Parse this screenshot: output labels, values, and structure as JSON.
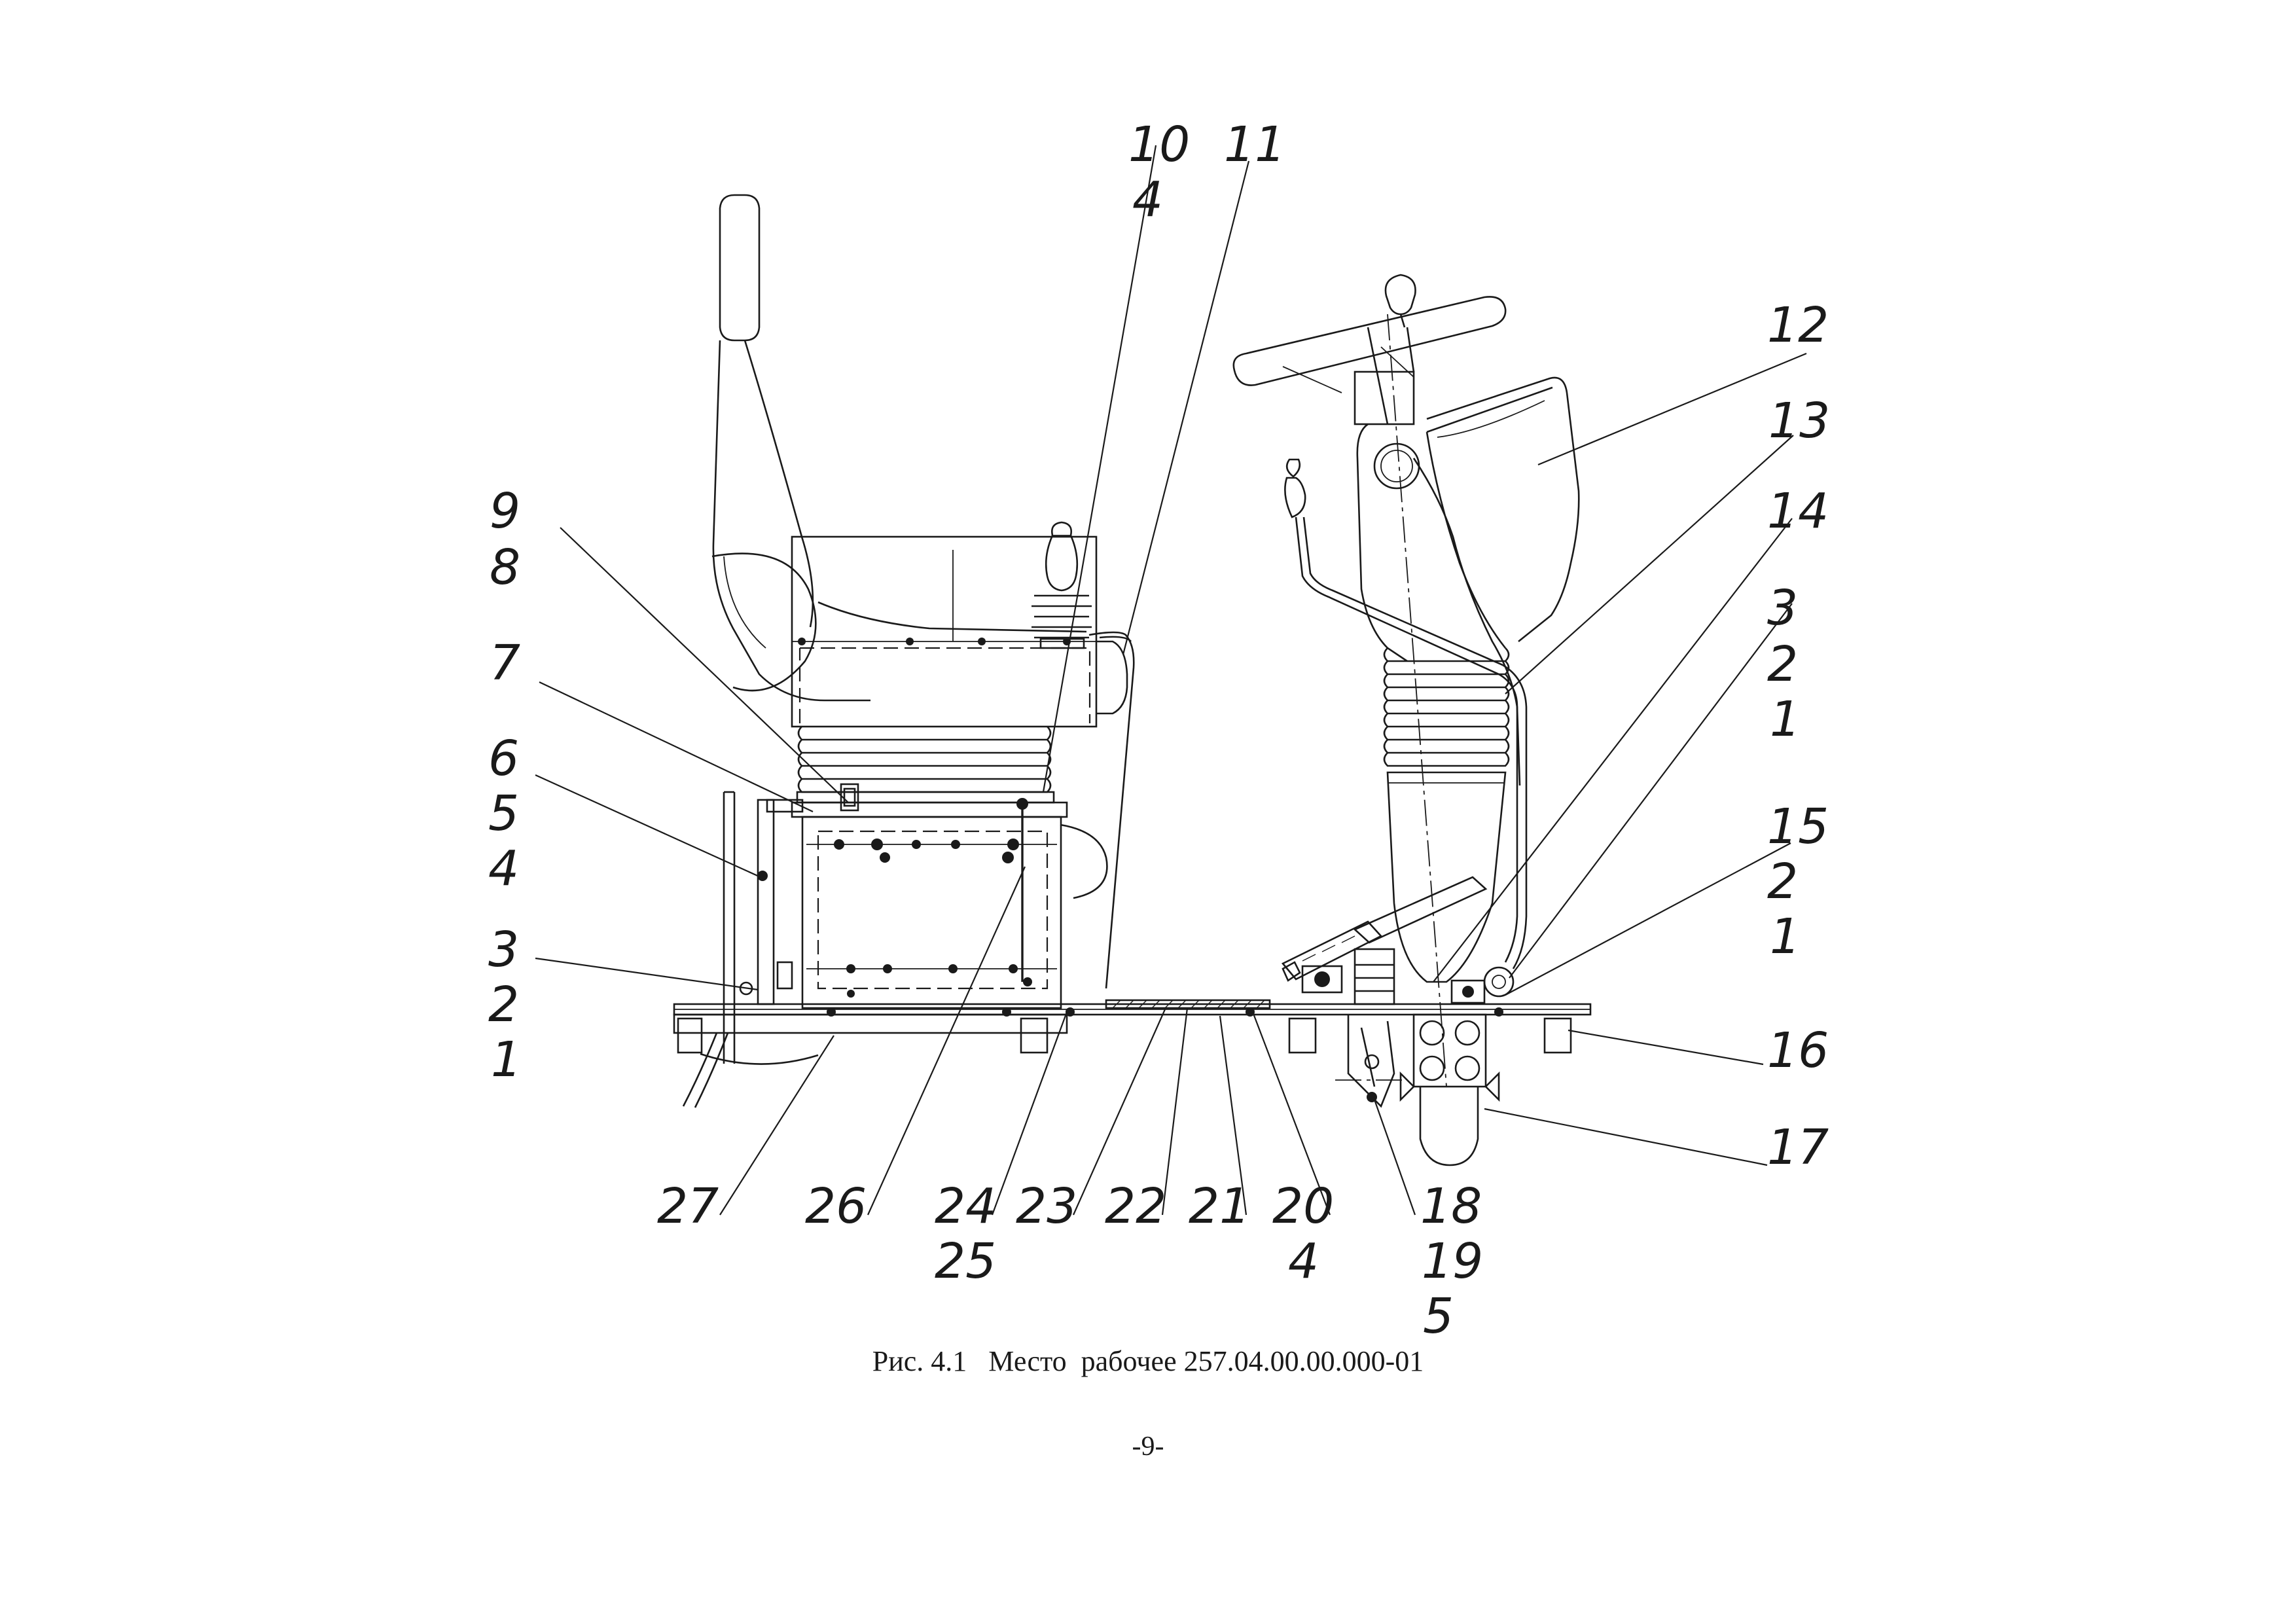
{
  "figure": {
    "caption": "Рис. 4.1   Место  рабочее 257.04.00.00.000-01",
    "page_number": "-9-"
  },
  "callouts": [
    {
      "id": "c10",
      "text": "10"
    },
    {
      "id": "c4a",
      "text": "4"
    },
    {
      "id": "c11",
      "text": "11"
    },
    {
      "id": "c12",
      "text": "12"
    },
    {
      "id": "c13",
      "text": "13"
    },
    {
      "id": "c14",
      "text": "14"
    },
    {
      "id": "c3r",
      "text": "3"
    },
    {
      "id": "c2r",
      "text": "2"
    },
    {
      "id": "c1r",
      "text": "1"
    },
    {
      "id": "c15",
      "text": "15"
    },
    {
      "id": "c2r2",
      "text": "2"
    },
    {
      "id": "c1r2",
      "text": "1"
    },
    {
      "id": "c16",
      "text": "16"
    },
    {
      "id": "c17",
      "text": "17"
    },
    {
      "id": "c9",
      "text": "9"
    },
    {
      "id": "c8",
      "text": "8"
    },
    {
      "id": "c7",
      "text": "7"
    },
    {
      "id": "c6",
      "text": "6"
    },
    {
      "id": "c5",
      "text": "5"
    },
    {
      "id": "c4l",
      "text": "4"
    },
    {
      "id": "c3l",
      "text": "3"
    },
    {
      "id": "c2l",
      "text": "2"
    },
    {
      "id": "c1l",
      "text": "1"
    },
    {
      "id": "c27",
      "text": "27"
    },
    {
      "id": "c26",
      "text": "26"
    },
    {
      "id": "c24",
      "text": "24"
    },
    {
      "id": "c25",
      "text": "25"
    },
    {
      "id": "c23",
      "text": "23"
    },
    {
      "id": "c22",
      "text": "22"
    },
    {
      "id": "c21",
      "text": "21"
    },
    {
      "id": "c20",
      "text": "20"
    },
    {
      "id": "c4b",
      "text": "4"
    },
    {
      "id": "c18",
      "text": "18"
    },
    {
      "id": "c19",
      "text": "19"
    },
    {
      "id": "c5b",
      "text": "5"
    }
  ]
}
